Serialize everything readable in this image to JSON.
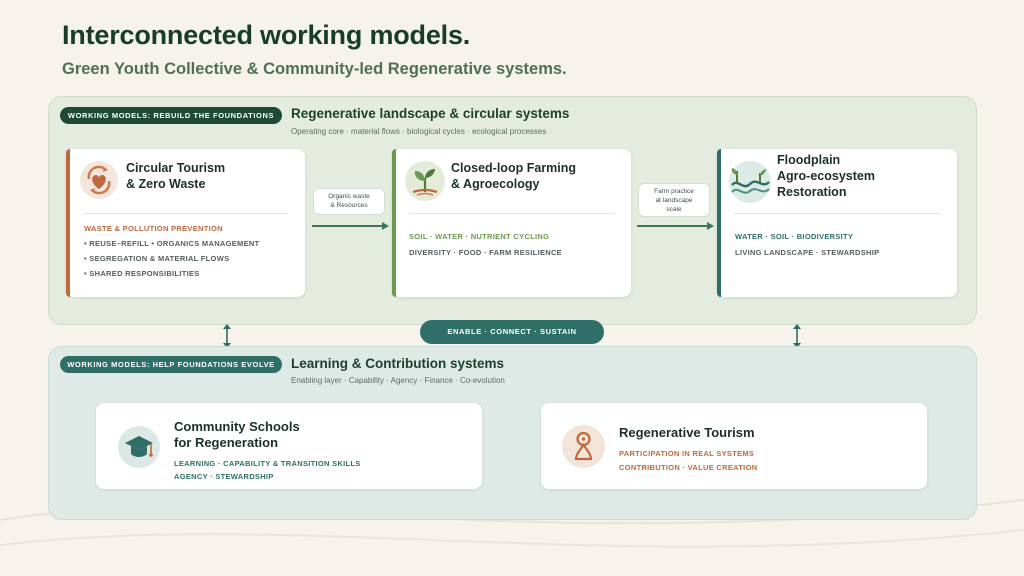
{
  "title": "Interconnected working models.",
  "subtitle": "Green Youth Collective & Community-led Regenerative systems.",
  "top": {
    "pill": "WORKING MODELS: REBUILD THE FOUNDATIONS",
    "title": "Regenerative landscape & circular systems",
    "sub": "Operating core · material flows · biological cycles · ecological processes",
    "cards": [
      {
        "title": "Circular Tourism\n& Zero Waste",
        "heading": "WASTE & POLLUTION PREVENTION",
        "items": [
          "• REUSE–REFILL • ORGANICS MANAGEMENT",
          "• SEGREGATION & MATERIAL FLOWS",
          "• SHARED RESPONSIBILITIES"
        ],
        "icon": "recycle-heart-icon",
        "accent": "#c0683d"
      },
      {
        "title": "Closed-loop Farming\n& Agroecology",
        "line1": "SOIL · WATER · NUTRIENT CYCLING",
        "line2": "DIVERSITY · FOOD · FARM RESILIENCE",
        "icon": "sprout-icon",
        "accent": "#6c9a50"
      },
      {
        "title": "Floodplain\nAgro-ecosystem\nRestoration",
        "line1": "WATER · SOIL · BIODIVERSITY",
        "line2": "LIVING LANDSCAPE · STEWARDSHIP",
        "icon": "wave-plant-icon",
        "accent": "#2d6e6a"
      }
    ],
    "arrows": [
      "Organic waste\n& Resources",
      "Farm practice\nat landscape\nscale"
    ]
  },
  "enable": "ENABLE · CONNECT · SUSTAIN",
  "bottom": {
    "pill": "WORKING MODELS: HELP FOUNDATIONS EVOLVE",
    "title": "Learning & Contribution systems",
    "sub": "Enabling layer · Capability · Agency · Finance · Co-evolution",
    "cards": [
      {
        "title": "Community Schools\nfor Regeneration",
        "line1": "LEARNING · CAPABILITY & TRANSITION SKILLS",
        "line2": "AGENCY · STEWARDSHIP",
        "icon": "graduation-cap-icon"
      },
      {
        "title": "Regenerative Tourism",
        "line1": "PARTICIPATION IN REAL SYSTEMS",
        "line2": "CONTRIBUTION · VALUE CREATION",
        "icon": "person-icon"
      }
    ]
  },
  "colors": {
    "dark_green": "#1f4a35",
    "teal": "#2f6f68",
    "orange": "#c0683d",
    "green": "#6c9a50"
  }
}
